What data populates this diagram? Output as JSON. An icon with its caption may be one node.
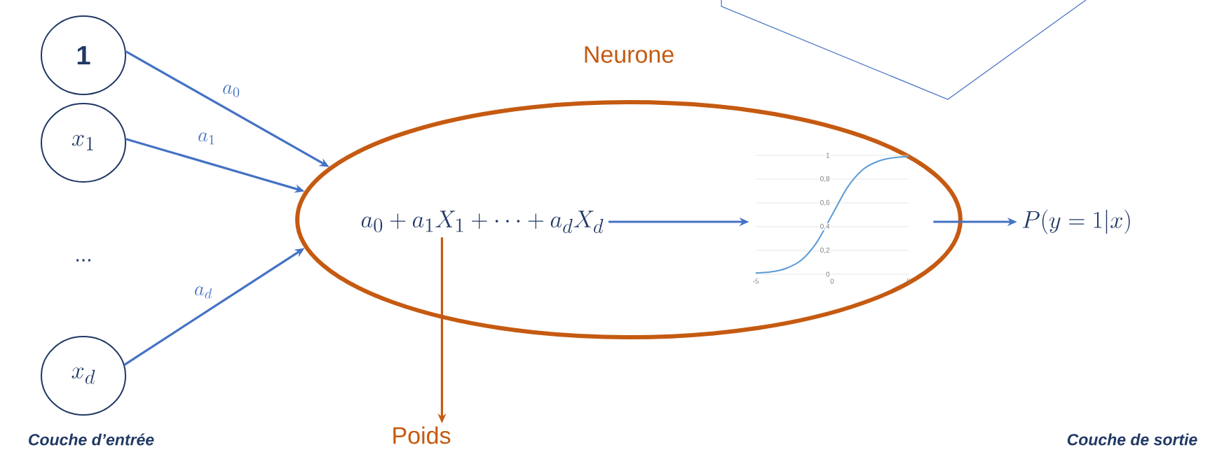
{
  "diagram": {
    "nodes": [
      {
        "text": [
          "\\mathbf{1}"
        ]
      },
      {
        "text": [
          "x_1"
        ]
      },
      {
        "text": [
          "x_d"
        ]
      },
      {
        "text": [
          "Neurone"
        ]
      },
      {
        "text": [
          "a_0 + a_1X_1 + \\cdots + a_dX_d"
        ],
        "in": 3
      },
      {
        "text": [],
        "shape": "picture",
        "in": 3
      },
      {
        "text": [
          "P(y = 1|x)"
        ]
      },
      {
        "text": [
          "Poids"
        ]
      }
    ],
    "edges": [
      {
        "from": 0,
        "to": 3,
        "arrow": "to",
        "label": "a_0"
      },
      {
        "from": 1,
        "to": 3,
        "arrow": "to",
        "label": "a_1"
      },
      {
        "from": 2,
        "to": 3,
        "arrow": "to",
        "label": "a_d"
      },
      {
        "from": 4,
        "to": 5,
        "arrow": "to"
      },
      {
        "from": 5,
        "to": 6,
        "arrow": "to"
      },
      {
        "from": 4,
        "to": 7,
        "arrow": "to",
        "color": "#c55a11"
      }
    ],
    "labels": [
      "...",
      "Couche d’entrée",
      "Couche de sortie"
    ],
    "chart_data": {
      "type": "line",
      "x": [
        -5,
        -4,
        -3,
        -2,
        -1,
        0,
        1,
        2,
        3,
        4,
        5
      ],
      "series": [
        {
          "color": "#5b9bd5",
          "values": [
            0.01,
            0.02,
            0.05,
            0.12,
            0.27,
            0.5,
            0.73,
            0.88,
            0.95,
            0.98,
            0.99
          ]
        }
      ],
      "xlim": [
        -5,
        5
      ],
      "ylim": [
        0,
        1
      ],
      "grid": true,
      "xticks": [
        {
          "value": -5,
          "label": "-5"
        },
        {
          "value": 0,
          "label": "0"
        },
        {
          "value": 5,
          "label": "5"
        }
      ],
      "yticks": [
        {
          "value": 0,
          "label": "0"
        },
        {
          "value": 0.2,
          "label": "0,2"
        },
        {
          "value": 0.4,
          "label": "0,4"
        },
        {
          "value": 0.6,
          "label": "0,6"
        },
        {
          "value": 0.8,
          "label": "0,8"
        },
        {
          "value": 1,
          "label": "1"
        }
      ]
    }
  }
}
